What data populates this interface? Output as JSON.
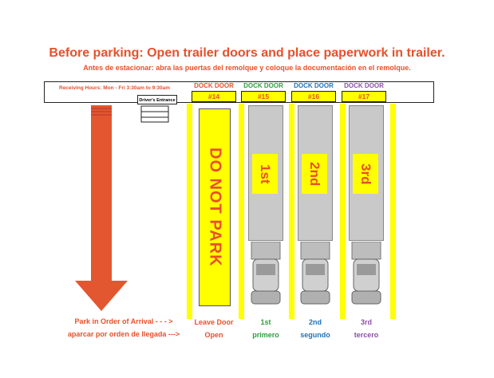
{
  "header": {
    "title": "Before parking: Open trailer doors and place paperwork in trailer.",
    "subtitle": "Antes de estacionar: abra las puertas del remolque y coloque la documentación en el remolque."
  },
  "info_bar": {
    "receiving_hours": "Receiving Hours: Mon - Fri 3:30am to 9:30am",
    "drivers_entrance": "Driver's Entrance"
  },
  "docks": [
    {
      "label": "DOCK DOOR",
      "number": "#14",
      "label_color": "#e8502a",
      "status": "DO NOT PARK",
      "bottom_en": "Leave Door",
      "bottom_es": "Open",
      "bottom_color": "#e8502a"
    },
    {
      "label": "DOCK DOOR",
      "number": "#15",
      "label_color": "#2e9e3e",
      "order": "1st",
      "bottom_en": "1st",
      "bottom_es": "primero",
      "bottom_color": "#2e9e3e"
    },
    {
      "label": "DOCK DOOR",
      "number": "#16",
      "label_color": "#1e73b8",
      "order": "2nd",
      "bottom_en": "2nd",
      "bottom_es": "segundo",
      "bottom_color": "#1e73b8"
    },
    {
      "label": "DOCK DOOR",
      "number": "#17",
      "label_color": "#8a4fa8",
      "order": "3rd",
      "bottom_en": "3rd",
      "bottom_es": "tercero",
      "bottom_color": "#8a4fa8"
    }
  ],
  "arrival": {
    "line_en": "Park in Order of Arrival - - - >",
    "line_es": "aparcar por orden de llegada --->"
  },
  "colors": {
    "accent": "#e8502a",
    "highlight": "#ffff00",
    "arrow": "#e2572f"
  }
}
